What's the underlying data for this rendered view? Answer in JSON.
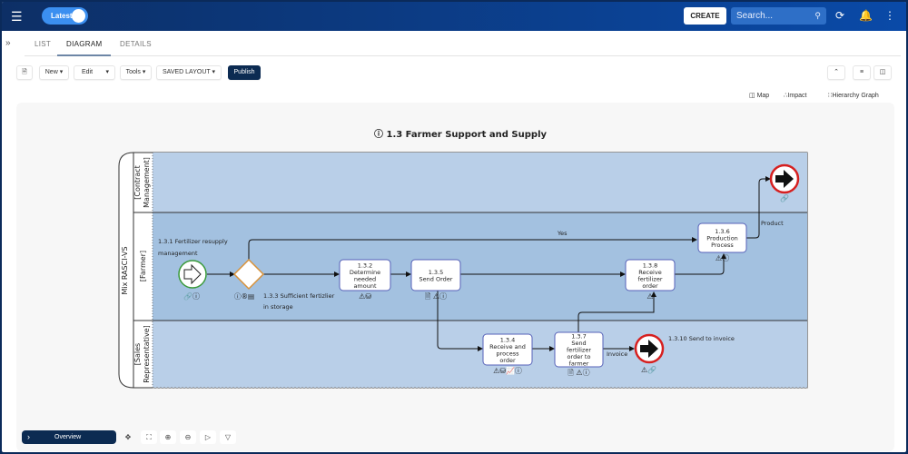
{
  "topbar": {
    "toggle_label": "Latest",
    "create_label": "CREATE",
    "search_placeholder": "Search...",
    "icons": [
      "menu-icon",
      "history-icon",
      "bell-icon",
      "more-vertical-icon"
    ]
  },
  "tabs": [
    {
      "label": "LIST",
      "active": false
    },
    {
      "label": "DIAGRAM",
      "active": true
    },
    {
      "label": "DETAILS",
      "active": false
    }
  ],
  "toolbar": {
    "new_label": "New",
    "edit_label": "Edit",
    "tools_label": "Tools",
    "saved_layout_label": "SAVED LAYOUT",
    "publish_label": "Publish"
  },
  "view_links": {
    "map": "Map",
    "impact": "Impact",
    "hierarchy": "Hierarchy Graph"
  },
  "diagram": {
    "title": "1.3 Farmer Support and Supply",
    "pool": "Mix RASCI-VS",
    "lanes": [
      "[Contract Management]",
      "[Farmer]",
      "[Sales Representative]"
    ],
    "start_label": "1.3.1 Fertilizer resupply management",
    "gateway_label": "1.3.3 Sufficient fertizlier in storage",
    "tasks": {
      "t132": [
        "1.3.2",
        "Determine",
        "needed",
        "amount"
      ],
      "t135": [
        "1.3.5",
        "Send Order"
      ],
      "t138": [
        "1.3.8",
        "Receive",
        "fertilizer",
        "order"
      ],
      "t136": [
        "1.3.6",
        "Production",
        "Process"
      ],
      "t134": [
        "1.3.4",
        "Receive and",
        "process",
        "order"
      ],
      "t137": [
        "1.3.7",
        "Send",
        "fertilizer",
        "order to",
        "farmer"
      ]
    },
    "end_label": "1.3.10 Send to invoice",
    "flow_labels": {
      "yes": "Yes",
      "product": "Product",
      "invoice": "Invoice"
    }
  },
  "bottom": {
    "overview_label": "Overview"
  }
}
